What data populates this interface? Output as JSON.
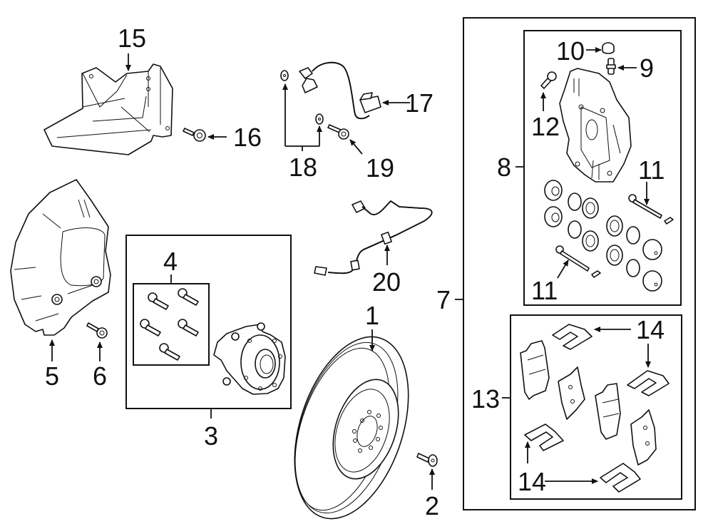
{
  "diagram": {
    "title": "Front brake components exploded parts diagram",
    "callouts": [
      {
        "id": "1",
        "part": "brake-rotor"
      },
      {
        "id": "2",
        "part": "rotor-screw"
      },
      {
        "id": "3",
        "part": "hub-assembly-group"
      },
      {
        "id": "4",
        "part": "hub-bolts"
      },
      {
        "id": "5",
        "part": "splash-shield"
      },
      {
        "id": "6",
        "part": "shield-bolt"
      },
      {
        "id": "7",
        "part": "caliper-and-pads-group"
      },
      {
        "id": "8",
        "part": "caliper-assembly"
      },
      {
        "id": "9",
        "part": "bleeder-screw"
      },
      {
        "id": "10",
        "part": "bleeder-cap"
      },
      {
        "id": "11",
        "part": "guide-pin"
      },
      {
        "id": "12",
        "part": "caliper-bolt"
      },
      {
        "id": "13",
        "part": "brake-pads"
      },
      {
        "id": "14",
        "part": "pad-clip"
      },
      {
        "id": "15",
        "part": "bracket"
      },
      {
        "id": "16",
        "part": "bracket-bolt"
      },
      {
        "id": "17",
        "part": "upper-wear-sensor-harness"
      },
      {
        "id": "18",
        "part": "washers"
      },
      {
        "id": "19",
        "part": "harness-bolt"
      },
      {
        "id": "20",
        "part": "abs-sensor-harness"
      }
    ],
    "labels": {
      "l1": "1",
      "l2": "2",
      "l3": "3",
      "l4": "4",
      "l5": "5",
      "l6": "6",
      "l7": "7",
      "l8": "8",
      "l9": "9",
      "l10": "10",
      "l11a": "11",
      "l11b": "11",
      "l12": "12",
      "l13": "13",
      "l14a": "14",
      "l14b": "14",
      "l14c": "14",
      "l14d": "14",
      "l15": "15",
      "l16": "16",
      "l17": "17",
      "l18": "18",
      "l19": "19",
      "l20": "20"
    }
  }
}
